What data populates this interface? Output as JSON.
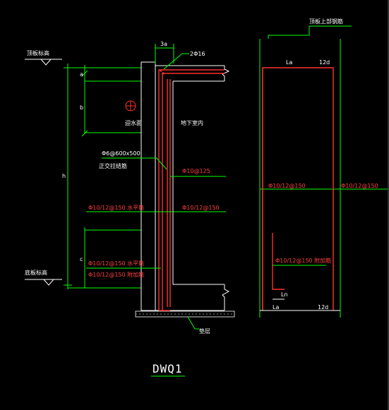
{
  "drawing": {
    "title": "DWQ1",
    "left_section": {
      "top_elevation_label": "顶板标高",
      "bottom_elevation_label": "底板标高",
      "dim_small": "a",
      "dim_middle": "b",
      "dim_height": "h",
      "dim_lower": "c",
      "top_bar_width_label": "3a",
      "top_bars_label": "2Φ16",
      "water_side_label": "迎水面",
      "basement_label": "地下室内",
      "stirrup_label": "Φ6@600x500",
      "stirrup_note": "正交拉结筋",
      "inner_vertical_bar": "Φ10@125",
      "left_horizontal_bar_1": "Φ10/12@150 水平筋",
      "right_horizontal_bar": "Φ10/12@150",
      "left_horizontal_bar_2": "Φ10/12@150 水平筋",
      "left_horizontal_bar_3": "Φ10/12@150 附加筋",
      "bedding_label": "垫层"
    },
    "right_section": {
      "top_label": "顶板上部钢筋",
      "top_left_dim": "La",
      "top_right_dim": "12d",
      "mid_left_bar": "Φ10/12@150",
      "mid_right_bar": "Φ10/12@150",
      "lower_bar": "Φ10/12@150 附加筋",
      "bottom_ln": "Ln",
      "bottom_la": "La",
      "bottom_right_dim": "12d"
    }
  }
}
